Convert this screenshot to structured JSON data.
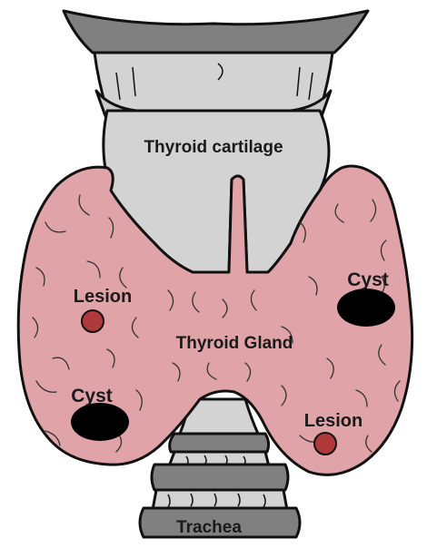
{
  "labels": {
    "thyroid_cartilage": "Thyroid cartilage",
    "thyroid_gland": "Thyroid Gland",
    "trachea": "Trachea",
    "lesion_left": "Lesion",
    "lesion_right": "Lesion",
    "cyst_left": "Cyst",
    "cyst_right": "Cyst"
  },
  "colors": {
    "gland_fill": "#e0a4a8",
    "cartilage_fill": "#d3d3d3",
    "cartilage_dark": "#7f7f7f",
    "lesion_fill": "#b0393a",
    "cyst_fill": "#000000",
    "outline": "#111111"
  }
}
